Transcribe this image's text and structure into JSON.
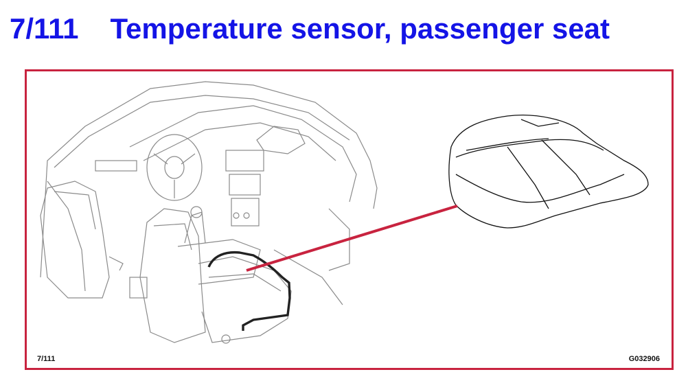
{
  "header": {
    "number": "7/111",
    "title": "Temperature sensor, passenger seat"
  },
  "figure": {
    "ref_left": "7/111",
    "ref_right": "G032906",
    "frame_color": "#c8233f",
    "pointer_color": "#c8233f",
    "title_color": "#1414e6"
  }
}
